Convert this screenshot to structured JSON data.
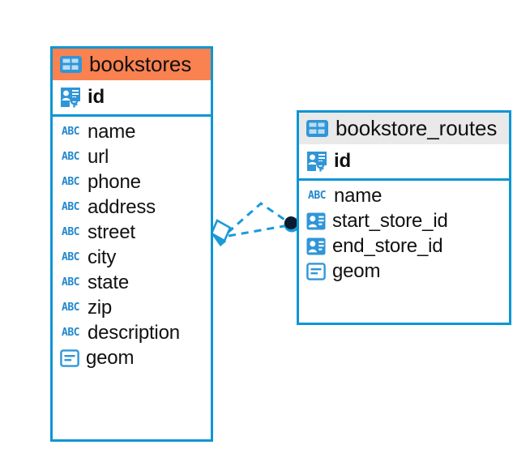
{
  "diagram": {
    "type": "entity-relationship-diagram",
    "background_color": "#ffffff",
    "accent_border_color": "#0d96d4",
    "icon_blue": "#2f96d8",
    "connector_color": "#1a9ad8",
    "endpoint_dot_color": "#0b1a2e"
  },
  "entities": [
    {
      "name": "bookstores",
      "header_color": "#fa8250",
      "header_icon": "table-icon",
      "primary_key": {
        "label": "id",
        "icon": "primary-key-icon"
      },
      "fields": [
        {
          "label": "name",
          "icon": "text-field-icon"
        },
        {
          "label": "url",
          "icon": "text-field-icon"
        },
        {
          "label": "phone",
          "icon": "text-field-icon"
        },
        {
          "label": "address",
          "icon": "text-field-icon"
        },
        {
          "label": "street",
          "icon": "text-field-icon"
        },
        {
          "label": "city",
          "icon": "text-field-icon"
        },
        {
          "label": "state",
          "icon": "text-field-icon"
        },
        {
          "label": "zip",
          "icon": "text-field-icon"
        },
        {
          "label": "description",
          "icon": "text-field-icon"
        },
        {
          "label": "geom",
          "icon": "geometry-field-icon"
        }
      ]
    },
    {
      "name": "bookstore_routes",
      "header_color": "#e9e9e9",
      "header_icon": "table-icon",
      "primary_key": {
        "label": "id",
        "icon": "primary-key-icon"
      },
      "fields": [
        {
          "label": "name",
          "icon": "text-field-icon"
        },
        {
          "label": "start_store_id",
          "icon": "foreign-key-icon"
        },
        {
          "label": "end_store_id",
          "icon": "foreign-key-icon"
        },
        {
          "label": "geom",
          "icon": "geometry-field-icon"
        }
      ]
    }
  ],
  "icon_labels": {
    "abc": "ABC"
  },
  "relationships": [
    {
      "from": "bookstores",
      "to": "bookstore_routes",
      "style": "dashed",
      "source_marker": "diamond-marker",
      "target_marker": "filled-circle-marker"
    },
    {
      "from": "bookstores",
      "to": "bookstore_routes",
      "style": "dashed",
      "source_marker": "diamond-marker",
      "target_marker": "filled-circle-marker"
    }
  ]
}
